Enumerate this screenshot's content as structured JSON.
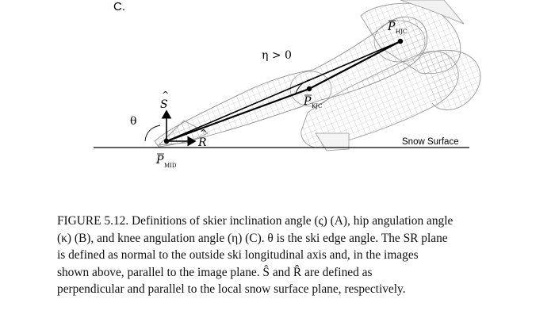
{
  "panel_label": "C.",
  "labels": {
    "p_kjc_main": "P",
    "p_kjc_sub": "KJC",
    "p_hjc_main": "P",
    "p_hjc_sub": "HJC",
    "p_mid_main": "P",
    "p_mid_sub": "MID",
    "eta": "η > 0",
    "theta": "θ",
    "s_hat": "S",
    "r_hat": "R",
    "snow_surface": "Snow Surface"
  },
  "caption": {
    "lines": [
      "FIGURE 5.12.  Definitions of skier inclination angle (ς) (A), hip angulation angle",
      "(κ) (B), and knee angulation angle (η) (C). θ is the ski edge angle. The SR plane",
      "is defined as normal to the outside ski longitudinal axis and, in the images",
      "shown above, parallel to the image plane. Ŝ  and  R̂  are defined as",
      "perpendicular and parallel to the local snow surface plane, respectively."
    ]
  }
}
